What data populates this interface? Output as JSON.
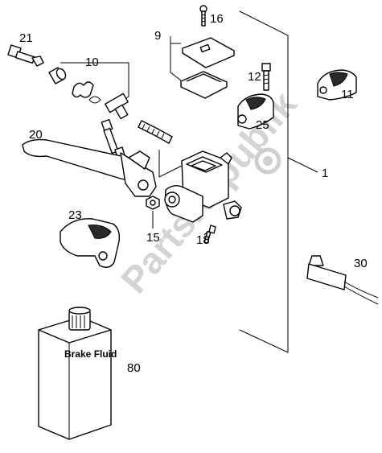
{
  "diagram": {
    "watermark": "PartsRepublik",
    "callouts": {
      "p1": "1",
      "p9": "9",
      "p10": "10",
      "p11": "11",
      "p12": "12",
      "p15": "15",
      "p16": "16",
      "p18": "18",
      "p20": "20",
      "p21": "21",
      "p23": "23",
      "p25": "25",
      "p30": "30",
      "p80": "80"
    },
    "fluid_label": "Brake Fluid"
  }
}
